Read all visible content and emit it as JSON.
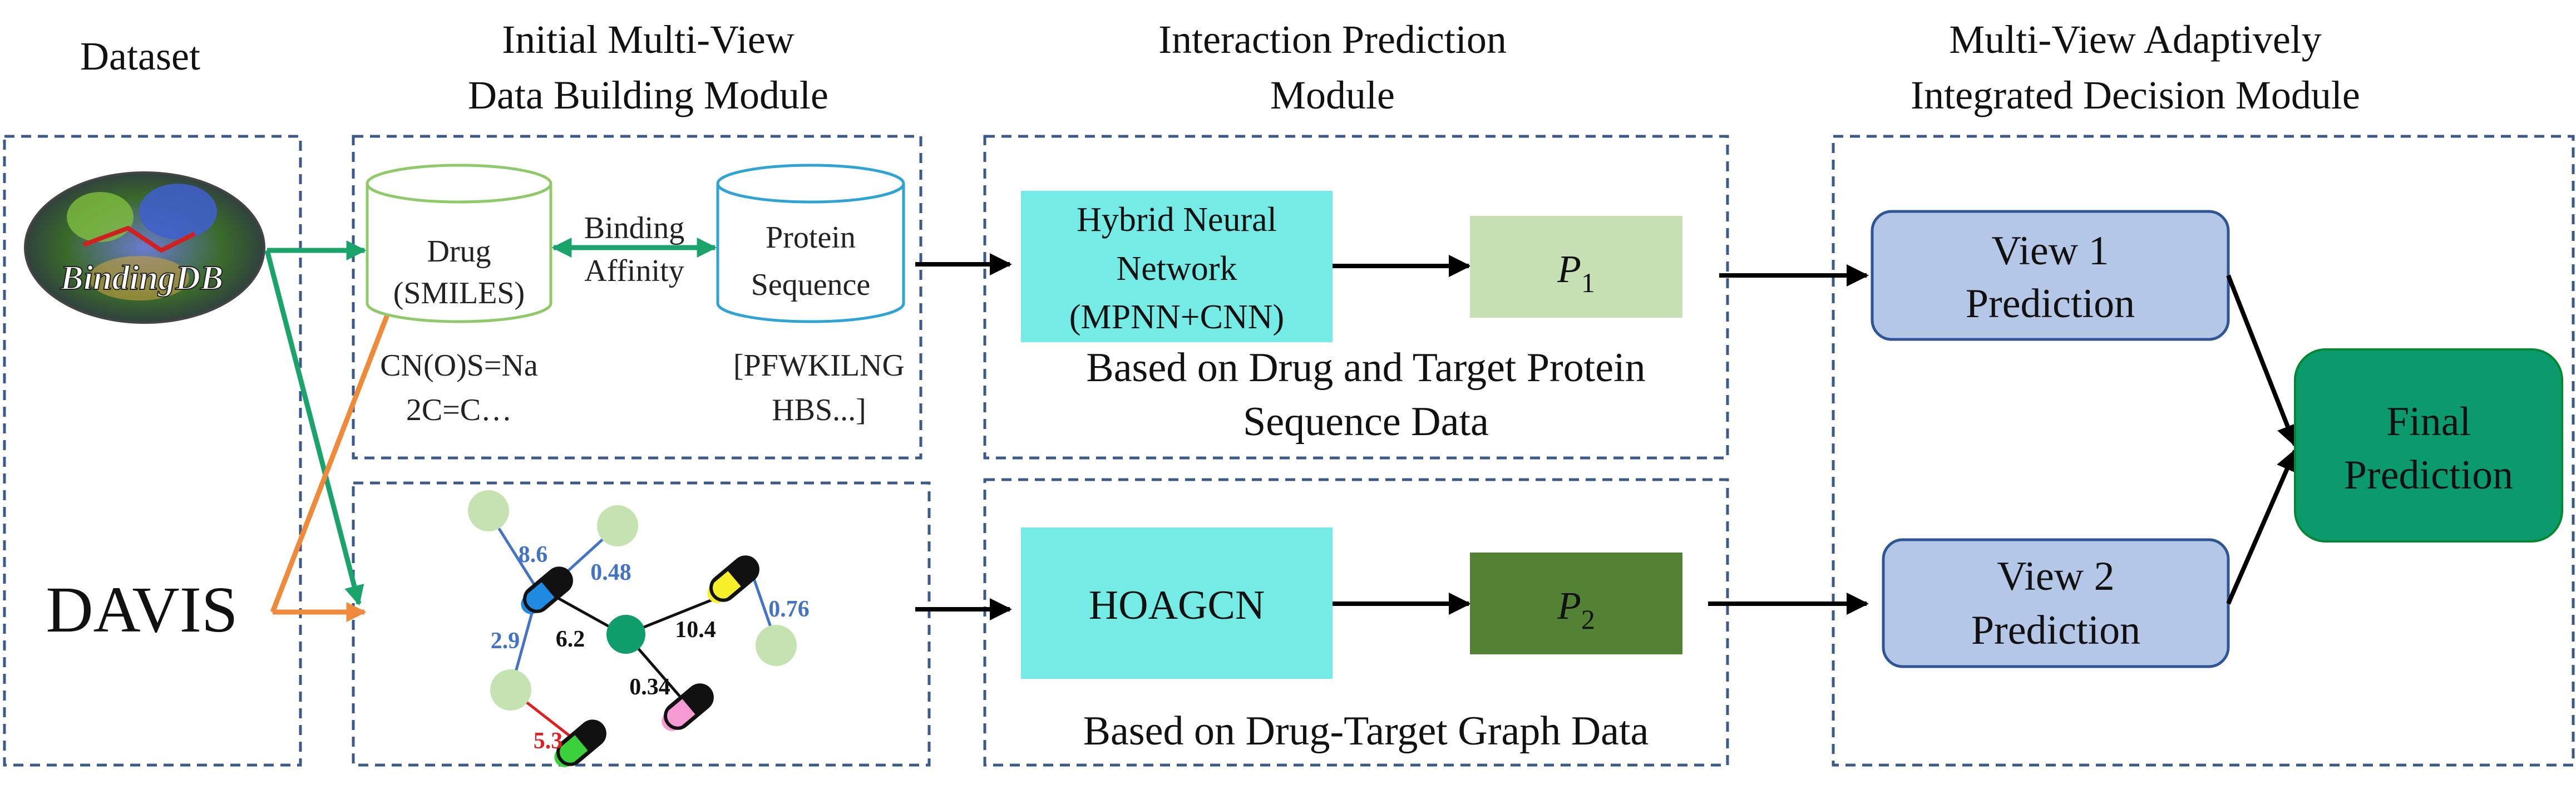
{
  "headers": {
    "dataset": "Dataset",
    "initial_line1": "Initial Multi-View",
    "initial_line2": "Data Building Module",
    "interaction_line1": "Interaction Prediction",
    "interaction_line2": "Module",
    "decision_line1": "Multi-View Adaptively",
    "decision_line2": "Integrated Decision Module"
  },
  "dataset": {
    "bindingdb_logo_text": "BindingDB",
    "davis": "DAVIS"
  },
  "view1_data": {
    "drug_line1": "Drug",
    "drug_line2": "(SMILES)",
    "binding_line1": "Binding",
    "binding_line2": "Affinity",
    "protein_line1": "Protein",
    "protein_line2": "Sequence",
    "smiles_line1": "CN(O)S=Na",
    "smiles_line2": "2C=C…",
    "seq_line1": "[PFWKILNG",
    "seq_line2": "HBS...]"
  },
  "graph_data": {
    "w_8_6": "8.6",
    "w_0_48": "0.48",
    "w_2_9": "2.9",
    "w_6_2": "6.2",
    "w_10_4": "10.4",
    "w_0_76": "0.76",
    "w_0_34": "0.34",
    "w_5_3": "5.3"
  },
  "interaction": {
    "hybrid_line1": "Hybrid Neural",
    "hybrid_line2": "Network",
    "hybrid_line3": "(MPNN+CNN)",
    "p1_base": "P",
    "p1_sub": "1",
    "based1_line1": "Based on Drug and Target Protein",
    "based1_line2": "Sequence Data",
    "hoagcn": "HOAGCN",
    "p2_base": "P",
    "p2_sub": "2",
    "based2": "Based on Drug-Target Graph Data"
  },
  "decision": {
    "view1_line1": "View 1",
    "view1_line2": "Prediction",
    "view2_line1": "View 2",
    "view2_line2": "Prediction",
    "final_line1": "Final",
    "final_line2": "Prediction"
  },
  "colors": {
    "dashed_border": "#3b5a8a",
    "drug_cylinder": "#8fc96a",
    "protein_cylinder": "#2ea3d6",
    "binding_arrow": "#1aa36b",
    "dataset_green_arrow": "#1aa36b",
    "dataset_orange_arrow": "#ef8a3a",
    "hybrid_box": "#74ebe4",
    "hoagcn_box": "#74ebe4",
    "p1_box": "#c6e0b4",
    "p2_box": "#548235",
    "view_box_fill": "#b4c7e7",
    "view_box_stroke": "#2f5597",
    "final_box": "#0a9a6c",
    "graph_node_light": "#c5e3b0",
    "graph_center_node": "#0f9e6b",
    "weight_blue": "#4472c4",
    "weight_red": "#e02020"
  }
}
